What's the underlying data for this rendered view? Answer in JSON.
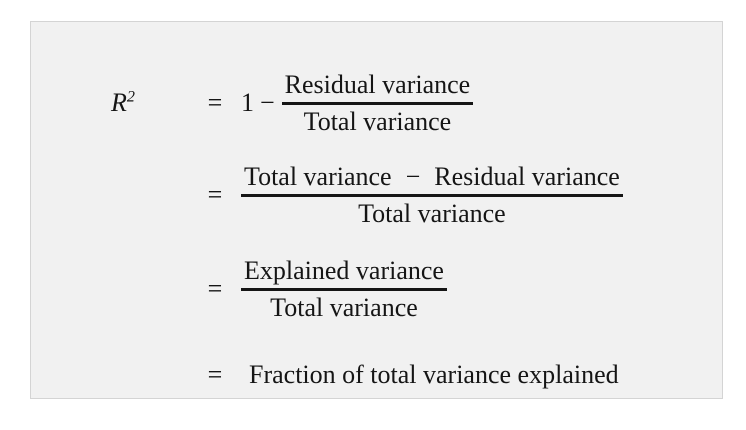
{
  "panel": {
    "background_color": "#f1f1f1",
    "border_color": "#d4d4d4",
    "text_color": "#151515"
  },
  "equation": {
    "lhs_symbol": "R",
    "lhs_exponent": "2",
    "equals": "=",
    "rows": [
      {
        "equals": "=",
        "leading_operand": "1",
        "minus": "−",
        "numerator": "Residual variance",
        "denominator": "Total variance"
      },
      {
        "equals": "=",
        "numerator_left": "Total variance",
        "numerator_minus": "−",
        "numerator_right": "Residual variance",
        "denominator": "Total variance"
      },
      {
        "equals": "=",
        "numerator": "Explained variance",
        "denominator": "Total variance"
      },
      {
        "equals": "=",
        "text": "Fraction of total variance explained"
      }
    ]
  }
}
